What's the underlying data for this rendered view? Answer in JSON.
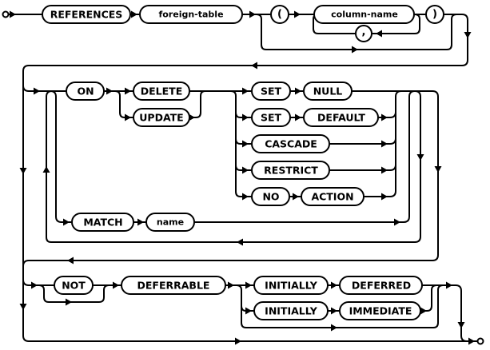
{
  "colors": {
    "line": "#000000",
    "background": "#ffffff",
    "text": "#000000"
  },
  "nodes": {
    "references": "REFERENCES",
    "foreign_table": "foreign-table",
    "open_paren": "(",
    "column_name": "column-name",
    "comma": ",",
    "close_paren": ")",
    "on": "ON",
    "delete": "DELETE",
    "update": "UPDATE",
    "set_a": "SET",
    "null": "NULL",
    "set_b": "SET",
    "default": "DEFAULT",
    "cascade": "CASCADE",
    "restrict": "RESTRICT",
    "no": "NO",
    "action": "ACTION",
    "match": "MATCH",
    "name": "name",
    "not": "NOT",
    "deferrable": "DEFERRABLE",
    "initially_a": "INITIALLY",
    "deferred": "DEFERRED",
    "initially_b": "INITIALLY",
    "immediate": "IMMEDIATE"
  }
}
